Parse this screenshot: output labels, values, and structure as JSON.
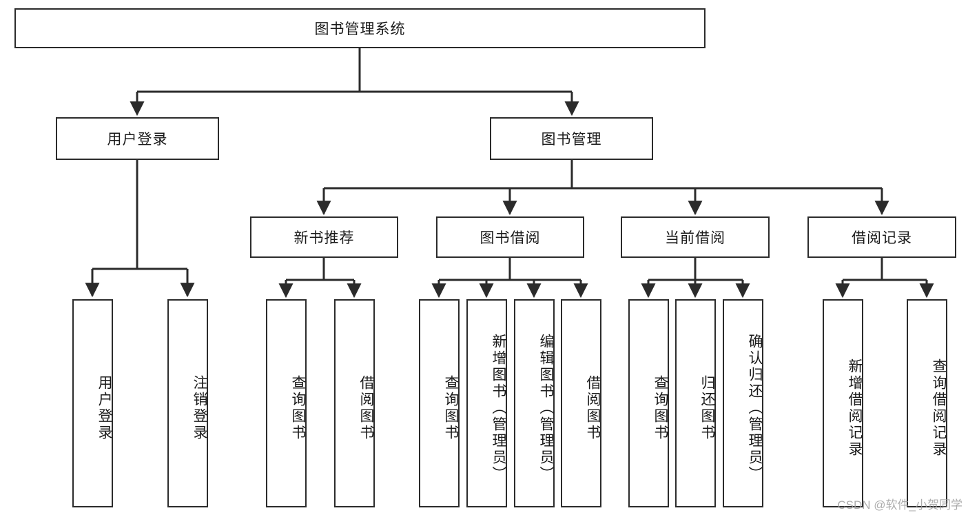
{
  "diagram": {
    "title": "图书管理系统",
    "type": "tree-hierarchy",
    "root": {
      "label": "图书管理系统"
    },
    "level2": [
      {
        "label": "用户登录"
      },
      {
        "label": "图书管理"
      }
    ],
    "level3": [
      {
        "label": "新书推荐"
      },
      {
        "label": "图书借阅"
      },
      {
        "label": "当前借阅"
      },
      {
        "label": "借阅记录"
      }
    ],
    "leaves": {
      "user_login": [
        {
          "label": "用户登录"
        },
        {
          "label": "注销登录"
        }
      ],
      "new_book_recommend": [
        {
          "label": "查询图书"
        },
        {
          "label": "借阅图书"
        }
      ],
      "book_borrow": [
        {
          "label": "查询图书"
        },
        {
          "label": "新增图书（管理员）"
        },
        {
          "label": "编辑图书（管理员）"
        },
        {
          "label": "借阅图书"
        }
      ],
      "current_borrow": [
        {
          "label": "查询图书"
        },
        {
          "label": "归还图书"
        },
        {
          "label": "确认归还（管理员）"
        }
      ],
      "borrow_record": [
        {
          "label": "新增借阅记录"
        },
        {
          "label": "查询借阅记录"
        }
      ]
    }
  },
  "watermark": {
    "text": "CSDN @软件_小贺同学"
  },
  "colors": {
    "stroke": "#2b2b2b",
    "background": "#ffffff",
    "text": "#1a1a1a",
    "watermark": "#9e9e9e"
  }
}
